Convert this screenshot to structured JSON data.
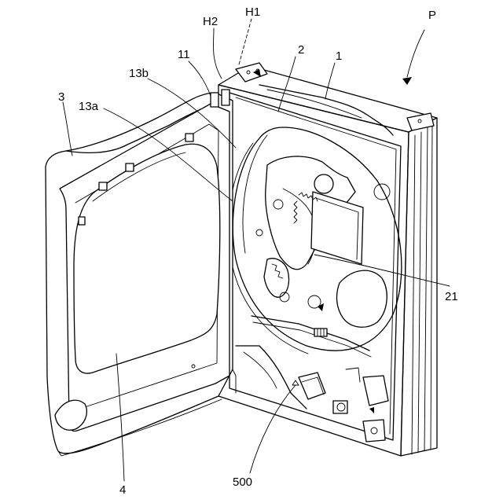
{
  "figure": {
    "reference_labels": {
      "P": "P",
      "H1": "H1",
      "H2": "H2",
      "11": "11",
      "2": "2",
      "1": "1",
      "13b": "13b",
      "3": "3",
      "13a": "13a",
      "21": "21",
      "4": "4",
      "500": "500"
    }
  }
}
